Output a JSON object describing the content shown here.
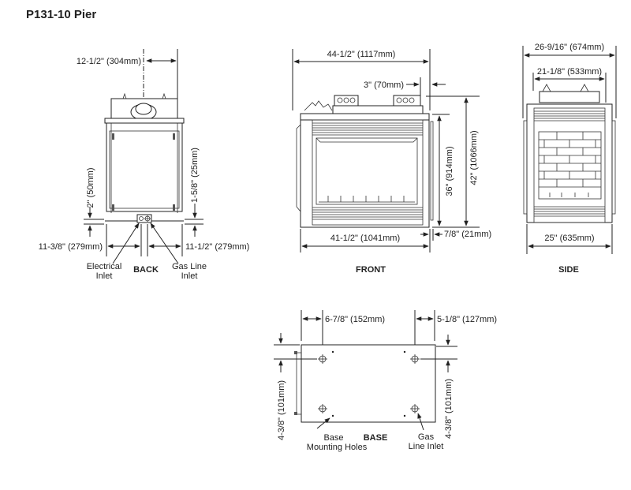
{
  "title": "P131-10 Pier",
  "views": {
    "back": {
      "label": "BACK",
      "dims": {
        "flue_offset": "12-1/2\" (304mm)",
        "electrical_height": "2\" (50mm)",
        "gas_height": "1-5/8\" (25mm)",
        "electrical_left": "11-3/8\" (279mm)",
        "gas_right": "11-1/2\" (279mm)"
      },
      "callouts": {
        "electrical_line1": "Electrical",
        "electrical_line2": "Inlet",
        "gas_line1": "Gas Line",
        "gas_line2": "Inlet"
      }
    },
    "front": {
      "label": "FRONT",
      "dims": {
        "overall_width": "44-1/2\" (1117mm)",
        "top_offset": "3\" (70mm)",
        "height_36": "36\" (914mm)",
        "height_42": "42\" (1066mm)",
        "base_width": "41-1/2\" (1041mm)",
        "side_offset": "7/8\" (21mm)"
      }
    },
    "side": {
      "label": "SIDE",
      "dims": {
        "overall_width": "26-9/16\" (674mm)",
        "top_width": "21-1/8\" (533mm)",
        "base_width": "25\" (635mm)"
      }
    },
    "base": {
      "label": "BASE",
      "dims": {
        "left_hole": "6-7/8\" (152mm)",
        "right_hole": "5-1/8\" (127mm)",
        "left_depth": "4-3/8\" (101mm)",
        "right_depth": "4-3/8\" (101mm)"
      },
      "callouts": {
        "mounting_line1": "Base",
        "mounting_line2": "Mounting Holes",
        "gas_line1": "Gas",
        "gas_line2": "Line Inlet"
      }
    }
  }
}
